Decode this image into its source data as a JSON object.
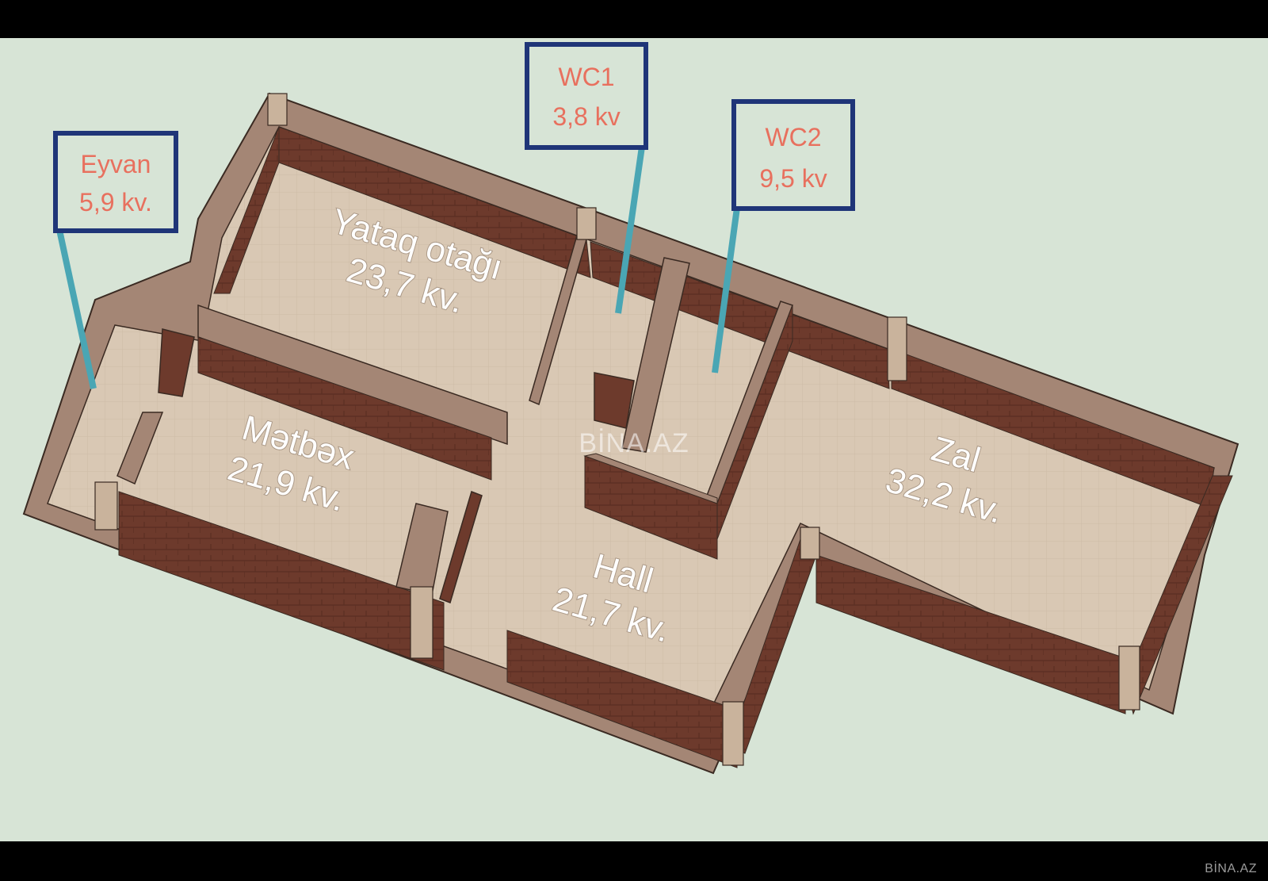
{
  "colors": {
    "background": "#d7e4d6",
    "floor": "#d9c8b4",
    "wall_brick": "#6d3a2c",
    "wall_top": "#a48675",
    "callout_border": "#1f3578",
    "callout_text": "#e8705e",
    "leader_line": "#4aa6b4",
    "label_text": "#ffffff"
  },
  "rooms": [
    {
      "id": "yataq",
      "name": "Yataq otağı",
      "area": "23,7 kv."
    },
    {
      "id": "metbex",
      "name": "Mətbəx",
      "area": "21,9 kv."
    },
    {
      "id": "hall",
      "name": "Hall",
      "area": "21,7 kv."
    },
    {
      "id": "zal",
      "name": "Zal",
      "area": "32,2 kv."
    }
  ],
  "callouts": [
    {
      "id": "eyvan",
      "name": "Eyvan",
      "area": "5,9 kv."
    },
    {
      "id": "wc1",
      "name": "WC1",
      "area": "3,8 kv"
    },
    {
      "id": "wc2",
      "name": "WC2",
      "area": "9,5 kv"
    }
  ],
  "watermark": "BİNA.AZ",
  "corner_watermark": "BİNA.AZ"
}
